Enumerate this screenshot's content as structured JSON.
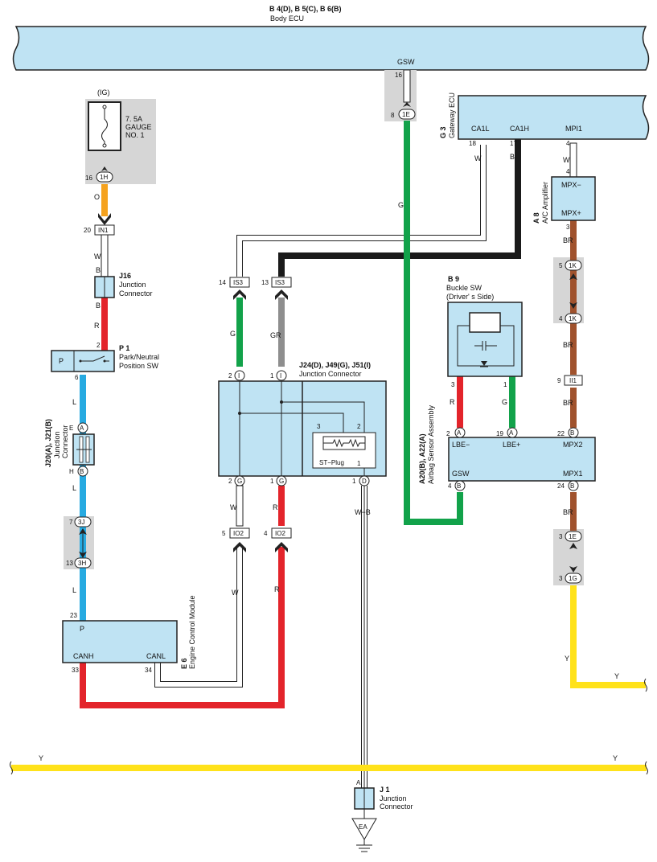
{
  "colors": {
    "orange": "#f5a21e",
    "blue": "#27aae1",
    "red": "#e3242b",
    "green": "#12a24a",
    "gray": "#8e8e8e",
    "black": "#1a1a1a",
    "brown": "#a0522d",
    "yellow": "#ffe21a",
    "white_wire": "#ffffff",
    "component_fill": "#bfe3f3",
    "shade": "#d6d6d6"
  },
  "body_ecu": {
    "code": "B 4(D), B 5(C), B 6(B)",
    "name": "Body ECU",
    "pin_label": "GSW",
    "pin": "16"
  },
  "fuse": {
    "ig": "(IG)",
    "rating": "7. 5A",
    "name1": "GAUGE",
    "name2": "NO. 1",
    "pin": "16",
    "conn": "1H"
  },
  "wires": {
    "o": "O",
    "w": "W",
    "b": "B",
    "r": "R",
    "l": "L",
    "g": "G",
    "gr": "GR",
    "wb": "W−B",
    "br": "BR",
    "y": "Y"
  },
  "in1": {
    "pin": "20",
    "conn": "IN1"
  },
  "j16": {
    "code": "J16",
    "name1": "Junction",
    "name2": "Connector"
  },
  "p1": {
    "code": "P 1",
    "name1": "Park/Neutral",
    "name2": "Position SW",
    "label": "P",
    "pin_top": "2",
    "pin_bot": "6"
  },
  "j20": {
    "code": "J20(A), J21(B)",
    "name1": "Junction",
    "name2": "Connector",
    "pin_top": "E",
    "conn_top": "A",
    "pin_bot": "H",
    "conn_bot": "B"
  },
  "j3": {
    "pin_a": "7",
    "conn_a": "3J",
    "pin_b": "13",
    "conn_b": "3H"
  },
  "e6": {
    "code": "E 6",
    "name": "Engine Control Module",
    "pin_p": "23",
    "label_p": "P",
    "label_canh": "CANH",
    "label_canl": "CANL",
    "pin_canh": "33",
    "pin_canl": "34"
  },
  "gateway": {
    "code": "G 3",
    "name": "Gateway ECU",
    "conn_ge": "1E",
    "pin_ge": "8",
    "ca1l": "CA1L",
    "ca1h": "CA1H",
    "mpi1": "MPI1",
    "pin_ca1l": "18",
    "pin_ca1h": "17",
    "pin_mpi1": "4"
  },
  "is3": {
    "pin_a": "14",
    "conn_a": "IS3",
    "pin_b": "13",
    "conn_b": "IS3"
  },
  "jc24": {
    "code": "J24(D), J49(G), J51(I)",
    "name": "Junction Connector",
    "pin1": "2",
    "c1": "I",
    "pin2": "1",
    "c2": "I",
    "pin3": "2",
    "c3": "G",
    "pin4": "1",
    "c4": "G",
    "pin5": "1",
    "c5": "D",
    "stplug": "ST−Plug",
    "sp3": "3",
    "sp2": "2",
    "sp1": "1"
  },
  "io2": {
    "pin_a": "5",
    "conn_a": "IO2",
    "pin_b": "4",
    "conn_b": "IO2"
  },
  "b9": {
    "code": "B 9",
    "name1": "Buckle SW",
    "name2": "(Driver' s Side)",
    "pin_l": "3",
    "pin_r": "1"
  },
  "airbag": {
    "code": "A20(B), A22(A)",
    "name": "Airbag Sensor Assembly",
    "lbe_minus": "LBE−",
    "lbe_plus": "LBE+",
    "mpx2": "MPX2",
    "gsw": "GSW",
    "mpx1": "MPX1",
    "pin_lbem": "2",
    "c_lbem": "A",
    "pin_lbep": "19",
    "c_lbep": "A",
    "pin_mpx2": "22",
    "c_mpx2": "B",
    "pin_gsw": "4",
    "c_gsw": "B",
    "pin_mpx1": "24",
    "c_mpx1": "B"
  },
  "a8": {
    "code": "A 8",
    "name": "A/C Amplifier",
    "mpx_minus": "MPX−",
    "mpx_plus": "MPX+",
    "pin_top": "4",
    "pin_bot": "3"
  },
  "k1": {
    "pin_a": "5",
    "conn_a": "1K",
    "pin_b": "4",
    "conn_b": "1K"
  },
  "ii1": {
    "pin": "9",
    "conn": "II1"
  },
  "e1g": {
    "pin_a": "3",
    "conn_a": "1E",
    "pin_b": "3",
    "conn_b": "1G"
  },
  "j1": {
    "code": "J 1",
    "name1": "Junction",
    "name2": "Connector",
    "pin": "A"
  },
  "ground": {
    "label": "EA"
  },
  "small_pins": {
    "w4": "4",
    "w4b": "4"
  }
}
